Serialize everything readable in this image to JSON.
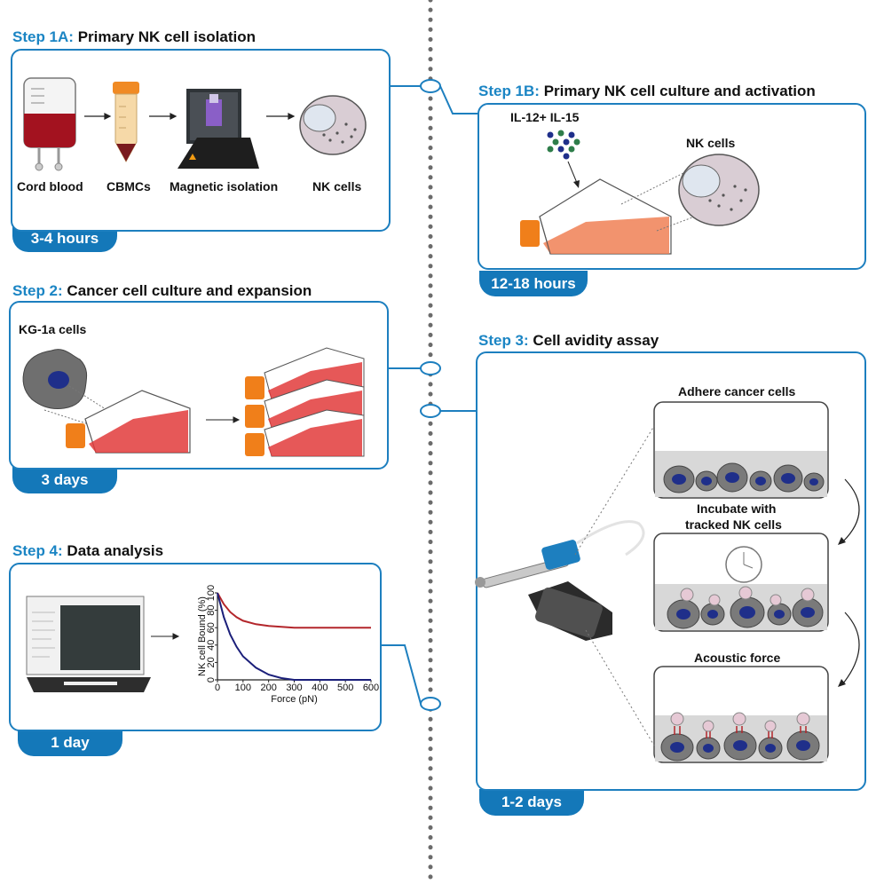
{
  "step1a": {
    "num": "Step 1A:",
    "title": "Primary NK cell isolation",
    "labels": [
      "Cord blood",
      "CBMCs",
      "Magnetic isolation",
      "NK cells"
    ],
    "duration": "3-4 hours"
  },
  "step1b": {
    "num": "Step 1B:",
    "title": "Primary NK cell culture and activation",
    "cytokines": "IL-12+ IL-15",
    "cells": "NK cells",
    "duration": "12-18 hours"
  },
  "step2": {
    "num": "Step 2:",
    "title": "Cancer cell culture and expansion",
    "cells": "KG-1a cells",
    "duration": "3 days"
  },
  "step3": {
    "num": "Step 3:",
    "title": "Cell avidity assay",
    "stage1": "Adhere cancer cells",
    "stage2_line1": "Incubate with",
    "stage2_line2": "tracked NK cells",
    "stage3": "Acoustic force",
    "duration": "1-2 days"
  },
  "step4": {
    "num": "Step 4:",
    "title": "Data analysis",
    "duration": "1 day"
  },
  "chart_data": {
    "type": "line",
    "xlabel": "Force (pN)",
    "ylabel": "NK cell Bound (%)",
    "xlim": [
      0,
      600
    ],
    "ylim": [
      0,
      100
    ],
    "xticks": [
      "0",
      "100",
      "200",
      "300",
      "400",
      "500",
      "600"
    ],
    "yticks": [
      "0",
      "20",
      "40",
      "60",
      "80",
      "100"
    ],
    "grid": false,
    "series": [
      {
        "color": "#b3262b",
        "x": [
          0,
          25,
          50,
          75,
          100,
          150,
          200,
          250,
          300,
          400,
          500,
          600
        ],
        "y": [
          100,
          87,
          78,
          72,
          68,
          64,
          62,
          61,
          60,
          60,
          60,
          60
        ]
      },
      {
        "color": "#1b1f7a",
        "x": [
          0,
          25,
          50,
          75,
          100,
          150,
          200,
          250,
          300,
          400,
          500,
          600
        ],
        "y": [
          100,
          72,
          52,
          38,
          27,
          14,
          6,
          2,
          0,
          0,
          0,
          0
        ]
      }
    ]
  }
}
